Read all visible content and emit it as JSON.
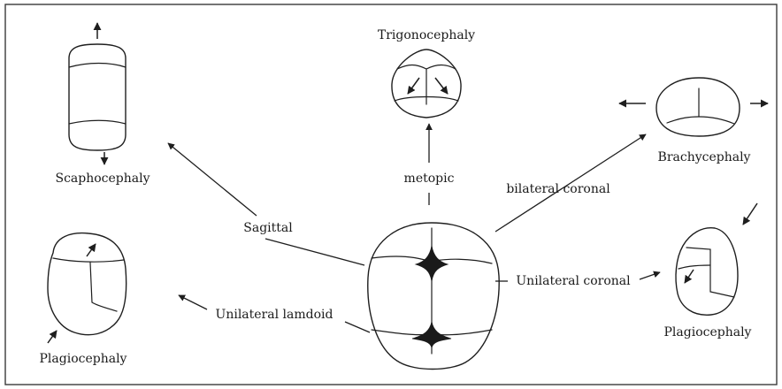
{
  "shapes": {
    "scaphocephaly": "Scaphocephaly",
    "trigonocephaly": "Trigonocephaly",
    "brachycephaly": "Brachycephaly",
    "plagiocephaly_left": "Plagiocephaly",
    "plagiocephaly_right": "Plagiocephaly"
  },
  "sutures": {
    "sagittal": "Sagittal",
    "metopic": "metopic",
    "bilateral_coronal": "bilateral coronal",
    "unilateral_coronal": "Unilateral coronal",
    "unilateral_lamdoid": "Unilateral lamdoid"
  }
}
